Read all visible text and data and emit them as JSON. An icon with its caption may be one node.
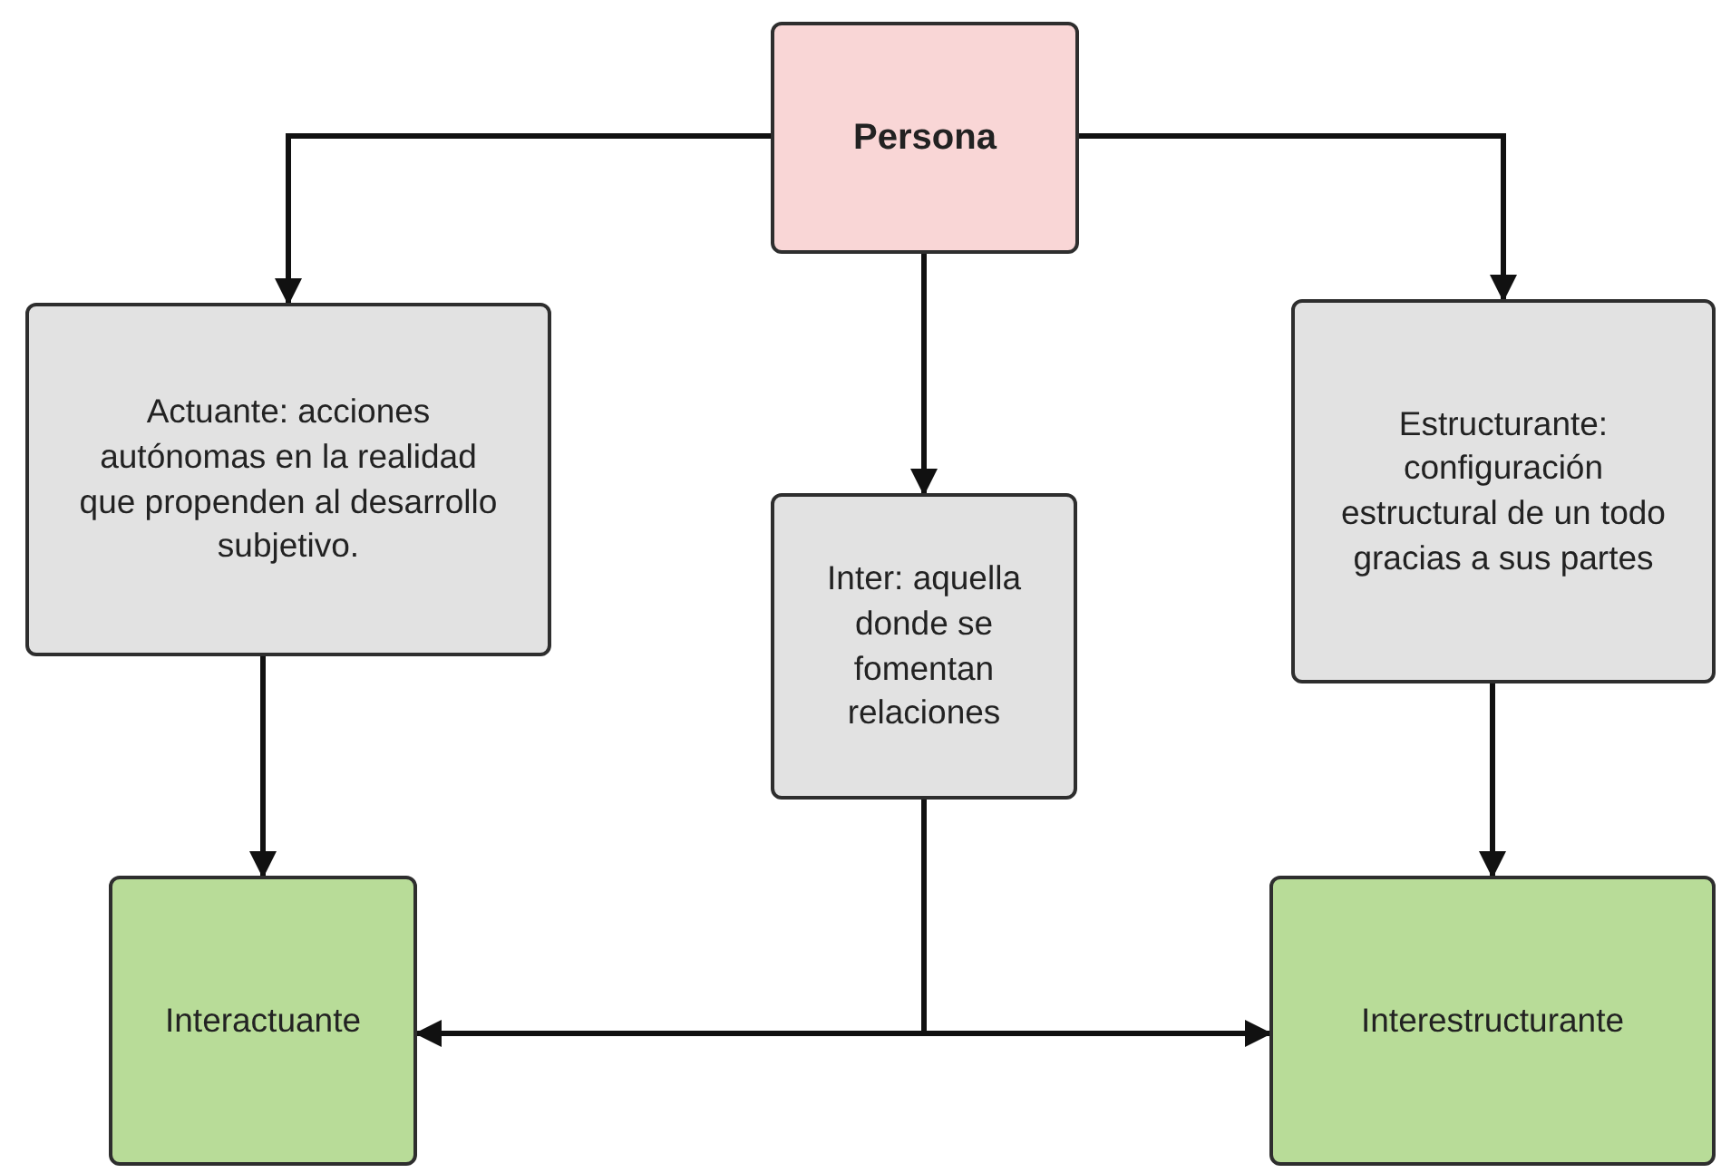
{
  "diagram": {
    "nodes": [
      {
        "text": [
          "Persona"
        ]
      },
      {
        "text": [
          "Actuante: acciones autónomas en la realidad que propenden al desarrollo subjetivo."
        ]
      },
      {
        "text": [
          "Inter: aquella donde se fomentan relaciones"
        ]
      },
      {
        "text": [
          "Estructurante: configuración estructural de un todo gracias a sus partes"
        ]
      },
      {
        "text": [
          "Interactuante"
        ]
      },
      {
        "text": [
          "Interestructurante"
        ]
      }
    ],
    "edges": [
      {
        "from": 0,
        "to": 1,
        "arrow": "to"
      },
      {
        "from": 0,
        "to": 2,
        "arrow": "to"
      },
      {
        "from": 0,
        "to": 3,
        "arrow": "to"
      },
      {
        "from": 1,
        "to": 4,
        "arrow": "to"
      },
      {
        "from": 3,
        "to": 5,
        "arrow": "to"
      },
      {
        "from": 2,
        "to": 4,
        "arrow": "to"
      },
      {
        "from": 2,
        "to": 5,
        "arrow": "to"
      }
    ]
  }
}
